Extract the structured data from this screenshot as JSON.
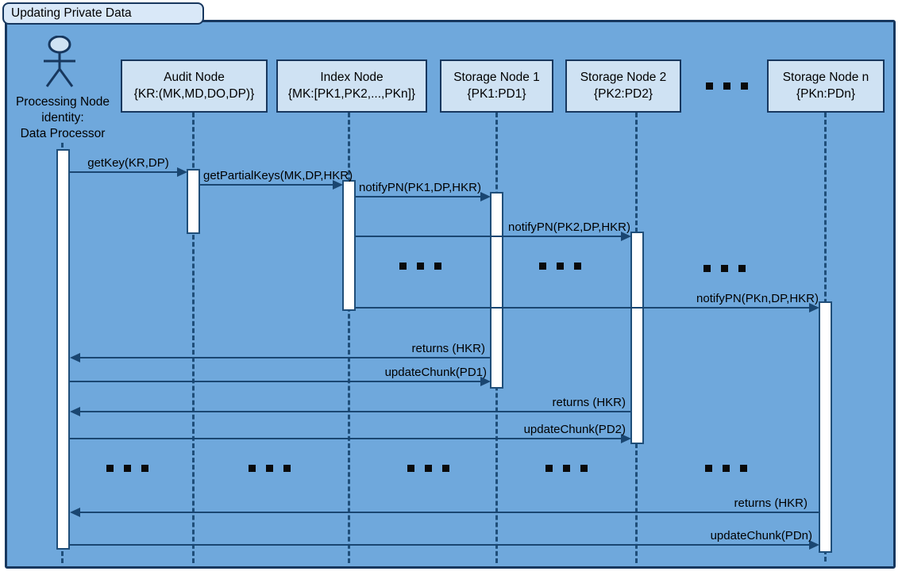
{
  "diagram_type": "uml-sequence",
  "frame": {
    "title": "Updating Private Data"
  },
  "actor": {
    "label_line1": "Processing Node",
    "label_line2": "identity:",
    "label_line3": "Data Processor"
  },
  "nodes": [
    {
      "name": "Audit Node",
      "detail": "{KR:(MK,MD,DO,DP)}"
    },
    {
      "name": "Index Node",
      "detail": "{MK:[PK1,PK2,...,PKn]}"
    },
    {
      "name": "Storage Node 1",
      "detail": "{PK1:PD1}"
    },
    {
      "name": "Storage Node 2",
      "detail": "{PK2:PD2}"
    },
    {
      "name": "Storage Node n",
      "detail": "{PKn:PDn}"
    }
  ],
  "messages": [
    {
      "label": "getKey(KR,DP)",
      "from": "Processing Node",
      "to": "Audit Node",
      "direction": "right"
    },
    {
      "label": "getPartialKeys(MK,DP,HKR)",
      "from": "Audit Node",
      "to": "Index Node",
      "direction": "right"
    },
    {
      "label": "notifyPN(PK1,DP,HKR)",
      "from": "Index Node",
      "to": "Storage Node 1",
      "direction": "right"
    },
    {
      "label": "notifyPN(PK2,DP,HKR)",
      "from": "Index Node",
      "to": "Storage Node 2",
      "direction": "right"
    },
    {
      "label": "notifyPN(PKn,DP,HKR)",
      "from": "Index Node",
      "to": "Storage Node n",
      "direction": "right"
    },
    {
      "label": "returns (HKR)",
      "from": "Storage Node 1",
      "to": "Processing Node",
      "direction": "left"
    },
    {
      "label": "updateChunk(PD1)",
      "from": "Processing Node",
      "to": "Storage Node 1",
      "direction": "right"
    },
    {
      "label": "returns (HKR)",
      "from": "Storage Node 2",
      "to": "Processing Node",
      "direction": "left"
    },
    {
      "label": "updateChunk(PD2)",
      "from": "Processing Node",
      "to": "Storage Node 2",
      "direction": "right"
    },
    {
      "label": "returns (HKR)",
      "from": "Storage Node n",
      "to": "Processing Node",
      "direction": "left"
    },
    {
      "label": "updateChunk(PDn)",
      "from": "Processing Node",
      "to": "Storage Node n",
      "direction": "right"
    }
  ],
  "ellipsis_markers": {
    "header_row_count": 1,
    "middle_row_count": 3,
    "bottom_row_count": 5
  },
  "colors": {
    "frame_background": "#6fa8dc",
    "node_fill": "#cfe2f3",
    "tab_fill": "#d9e8f8",
    "line_dark": "#17375e",
    "arrow": "#1a4671",
    "activation_fill": "#ffffff",
    "text": "#000000"
  }
}
